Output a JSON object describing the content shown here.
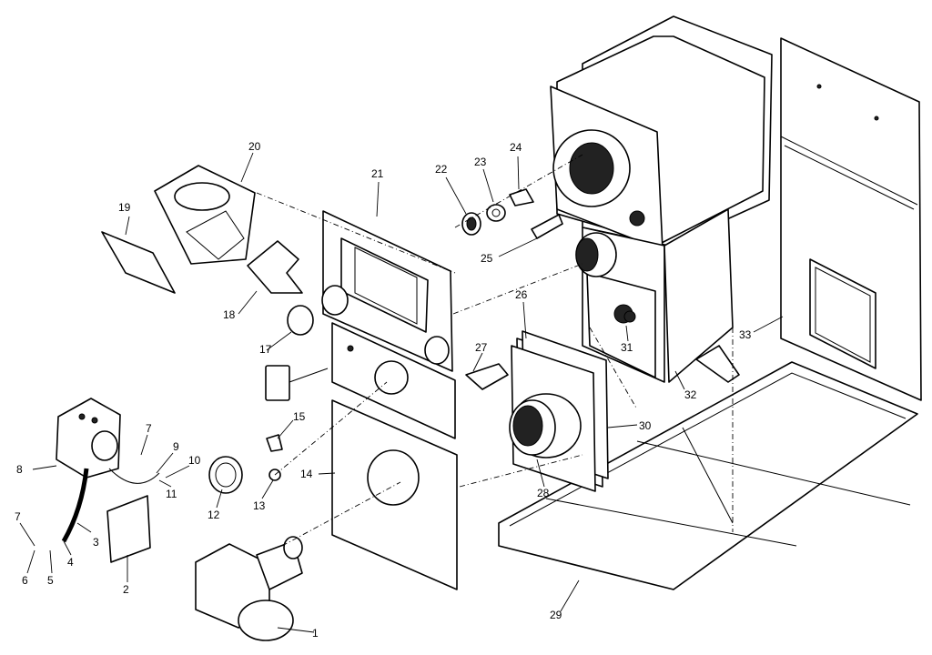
{
  "callouts": [
    {
      "id": "c1",
      "text": "1"
    },
    {
      "id": "c2",
      "text": "2"
    },
    {
      "id": "c3",
      "text": "3"
    },
    {
      "id": "c4",
      "text": "4"
    },
    {
      "id": "c5",
      "text": "5"
    },
    {
      "id": "c6",
      "text": "6"
    },
    {
      "id": "c7a",
      "text": "7"
    },
    {
      "id": "c7b",
      "text": "7"
    },
    {
      "id": "c8",
      "text": "8"
    },
    {
      "id": "c9",
      "text": "9"
    },
    {
      "id": "c10",
      "text": "10"
    },
    {
      "id": "c11",
      "text": "11"
    },
    {
      "id": "c12",
      "text": "12"
    },
    {
      "id": "c13",
      "text": "13"
    },
    {
      "id": "c14",
      "text": "14"
    },
    {
      "id": "c15",
      "text": "15"
    },
    {
      "id": "c17",
      "text": "17"
    },
    {
      "id": "c18",
      "text": "18"
    },
    {
      "id": "c19",
      "text": "19"
    },
    {
      "id": "c20",
      "text": "20"
    },
    {
      "id": "c21",
      "text": "21"
    },
    {
      "id": "c22",
      "text": "22"
    },
    {
      "id": "c23",
      "text": "23"
    },
    {
      "id": "c24",
      "text": "24"
    },
    {
      "id": "c25",
      "text": "25"
    },
    {
      "id": "c26",
      "text": "26"
    },
    {
      "id": "c27",
      "text": "27"
    },
    {
      "id": "c28",
      "text": "28"
    },
    {
      "id": "c29",
      "text": "29"
    },
    {
      "id": "c30",
      "text": "30"
    },
    {
      "id": "c31",
      "text": "31"
    },
    {
      "id": "c32",
      "text": "32"
    },
    {
      "id": "c33",
      "text": "33"
    }
  ]
}
